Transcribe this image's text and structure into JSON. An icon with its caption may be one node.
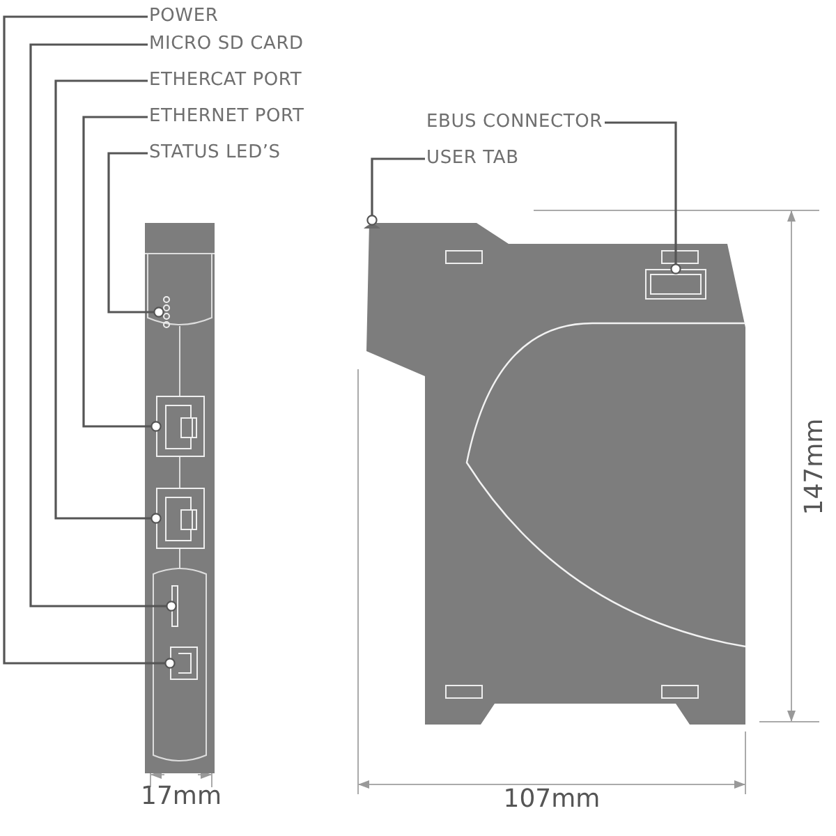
{
  "diagram": {
    "nodes": [
      {
        "text": [
          "POWER"
        ]
      },
      {
        "text": [
          "MICRO SD CARD"
        ]
      },
      {
        "text": [
          "ETHERCAT PORT"
        ]
      },
      {
        "text": [
          "ETHERNET PORT"
        ]
      },
      {
        "text": [
          "STATUS LED’S"
        ]
      },
      {
        "text": [
          "EBUS CONNECTOR"
        ]
      },
      {
        "text": [
          "USER TAB"
        ]
      },
      {
        "text": [],
        "shape": "picture"
      },
      {
        "text": [],
        "shape": "circle",
        "in": 7
      },
      {
        "text": [],
        "shape": "box",
        "in": 7
      },
      {
        "text": [],
        "shape": "box",
        "in": 7
      },
      {
        "text": [],
        "shape": "bar",
        "in": 7
      },
      {
        "text": [],
        "shape": "box",
        "in": 7
      },
      {
        "text": [],
        "shape": "picture"
      },
      {
        "text": [],
        "shape": "box",
        "in": 13
      },
      {
        "text": [],
        "shape": "box",
        "in": 13
      }
    ],
    "edges": [
      {
        "from": 0,
        "to": 12,
        "arrow": "other"
      },
      {
        "from": 1,
        "to": 11,
        "arrow": "other"
      },
      {
        "from": 2,
        "to": 10,
        "arrow": "other"
      },
      {
        "from": 3,
        "to": 9,
        "arrow": "other"
      },
      {
        "from": 4,
        "to": 8,
        "arrow": "other"
      },
      {
        "from": 5,
        "to": 14,
        "arrow": "other"
      },
      {
        "from": 6,
        "to": 15,
        "arrow": "other"
      }
    ],
    "labels": [
      "17mm",
      "147mm",
      "107mm"
    ]
  }
}
